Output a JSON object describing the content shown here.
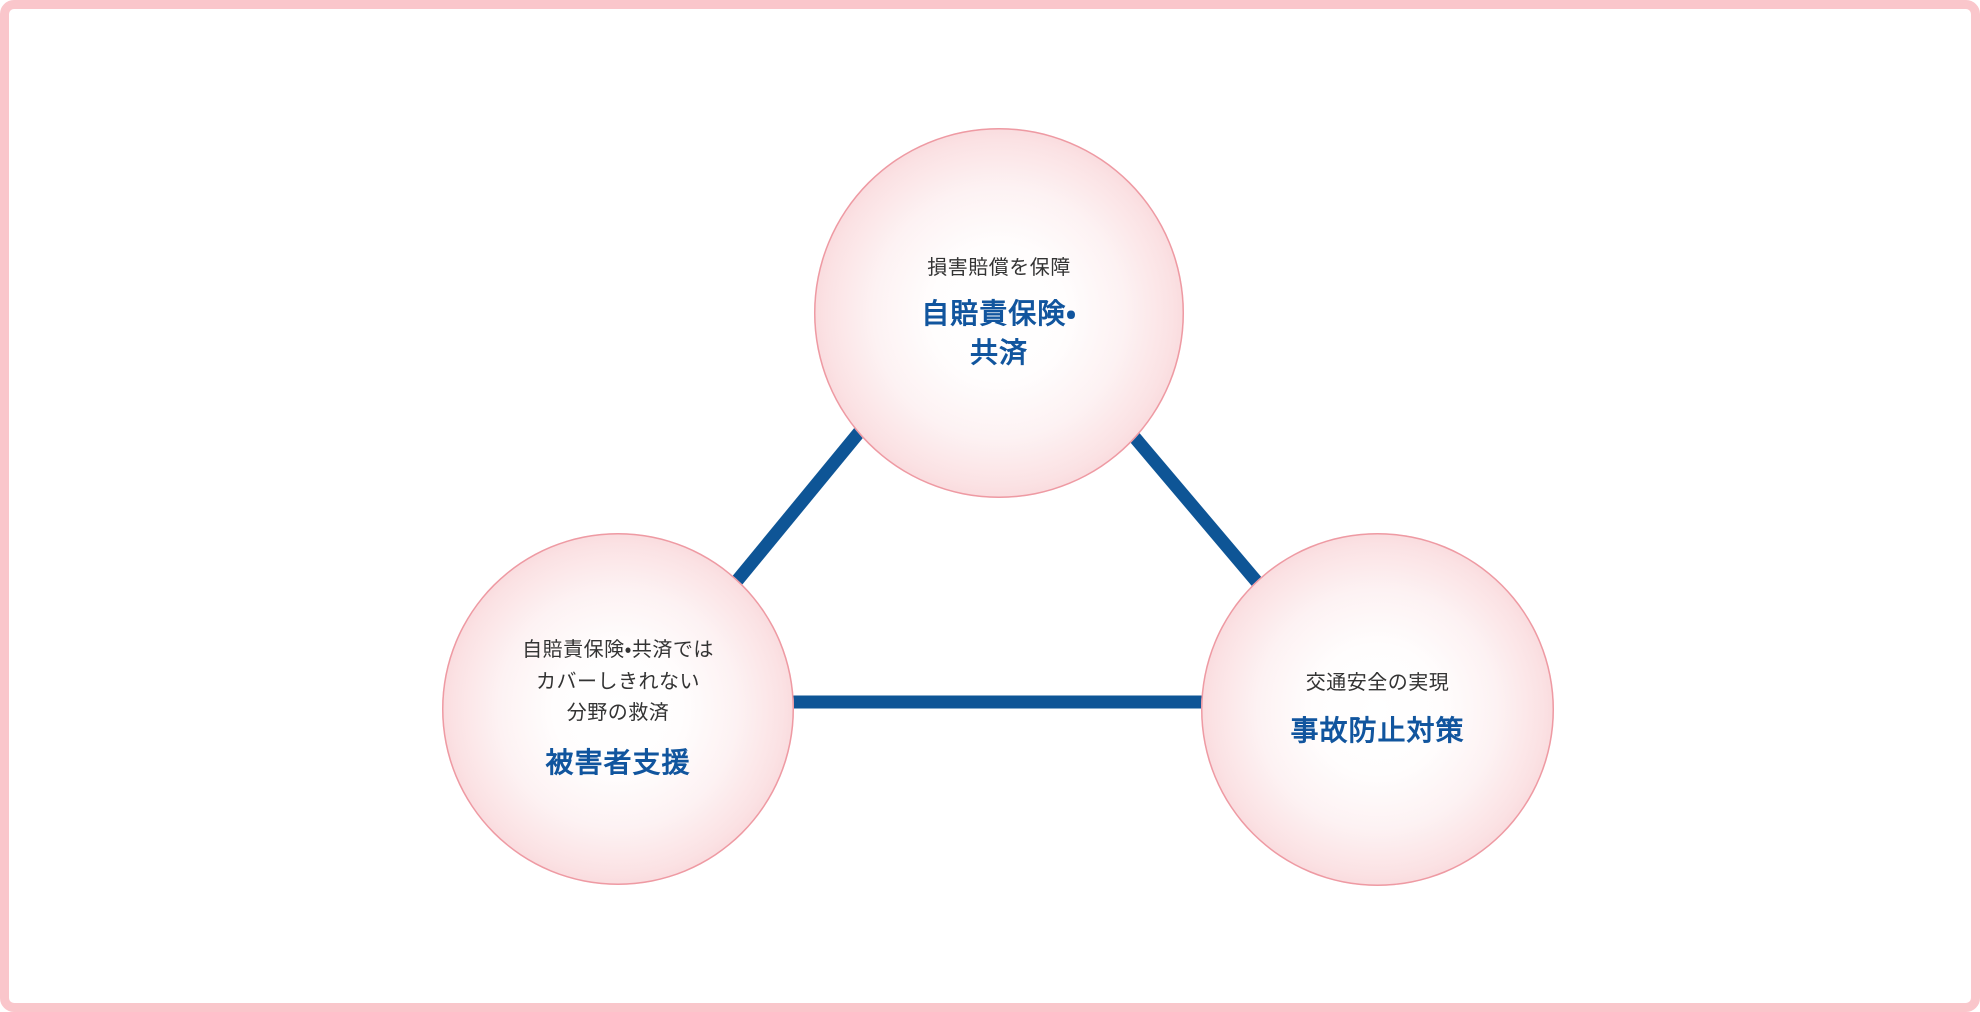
{
  "page": {
    "border_color": "#fac6cb",
    "background_color": "#ffffff"
  },
  "diagram": {
    "type": "triangle-relationship",
    "connector_color": "#0e5596",
    "circle_edge_color": "#f0a5ad",
    "caption_color": "#333333",
    "title_color": "#11559e",
    "nodes": [
      {
        "id": "jibaiseki",
        "position": "top",
        "caption": "損害賠償を保障",
        "title": "自賠責保険・\n共済"
      },
      {
        "id": "higaisha-shien",
        "position": "left",
        "caption": "自賠責保険・共済では\nカバーしきれない\n分野の救済",
        "title": "被害者支援"
      },
      {
        "id": "jiko-boshi",
        "position": "right",
        "caption": "交通安全の実現",
        "title": "事故防止対策"
      }
    ],
    "connectors": [
      {
        "id": "top-to-left",
        "from": "jibaiseki",
        "to": "higaisha-shien"
      },
      {
        "id": "top-to-right",
        "from": "jibaiseki",
        "to": "jiko-boshi"
      },
      {
        "id": "left-to-right",
        "from": "higaisha-shien",
        "to": "jiko-boshi"
      }
    ]
  }
}
